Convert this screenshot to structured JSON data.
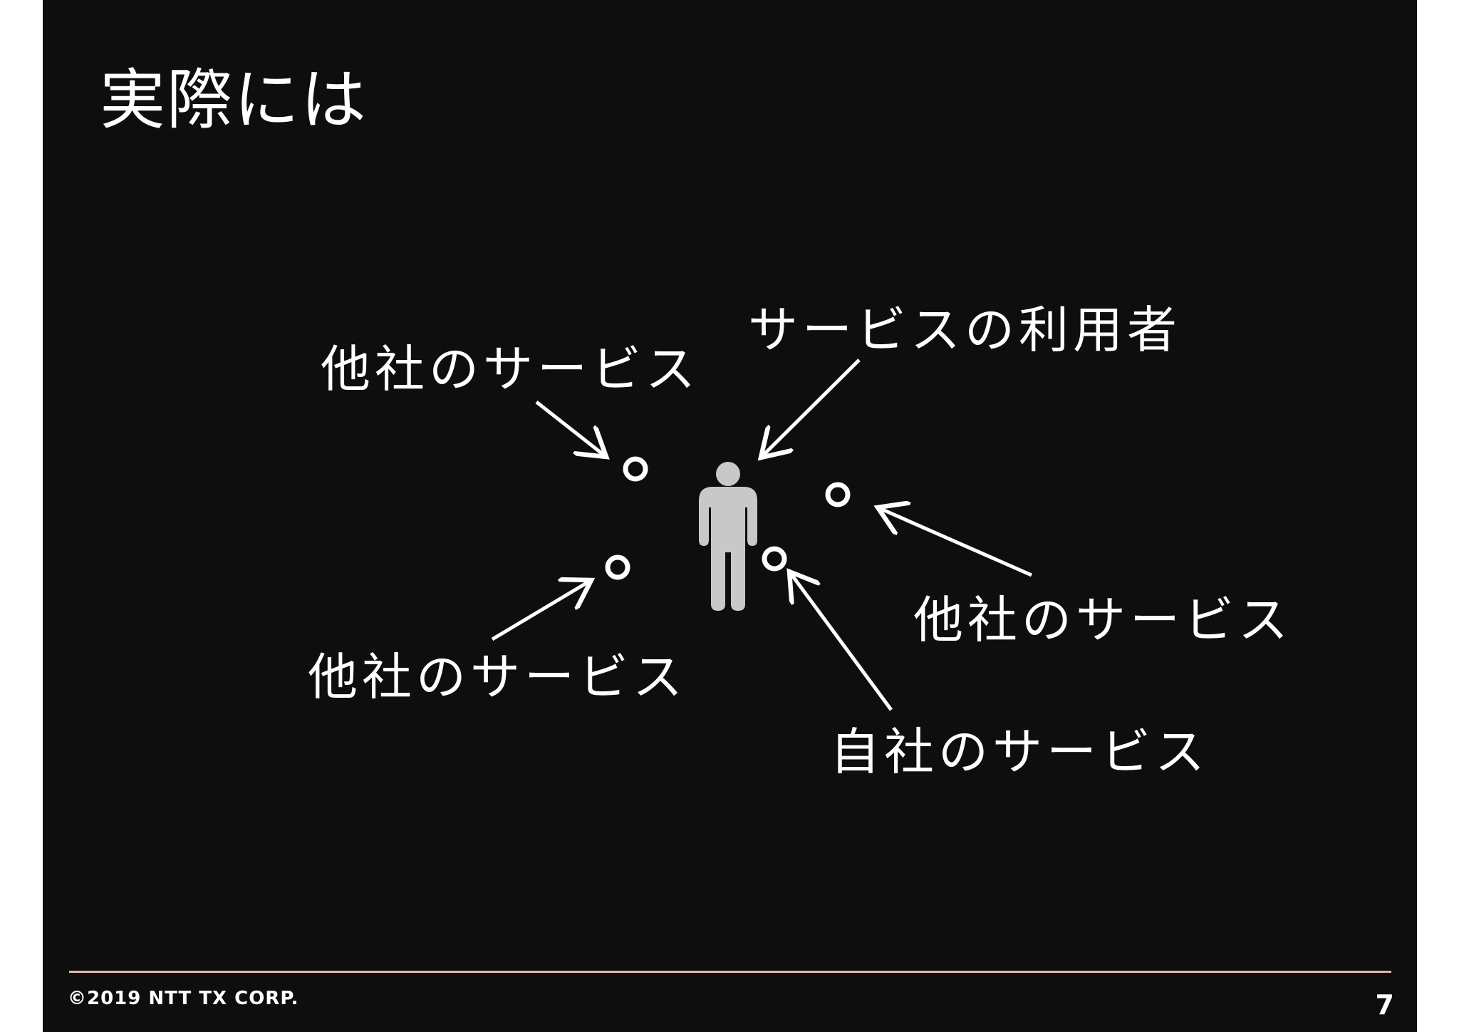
{
  "slide": {
    "title": "実際には",
    "labels": {
      "user": "サービスの利用者",
      "other_service_top_left": "他社のサービス",
      "other_service_right": "他社のサービス",
      "other_service_bottom_left": "他社のサービス",
      "own_service": "自社のサービス"
    },
    "footer": {
      "copyright": "©2019 NTT TX CORP.",
      "page_number": "7"
    }
  },
  "colors": {
    "background": "#0e0e0e",
    "text": "#ffffff",
    "person": "#c8c8c8",
    "footer_line": "#e8b4a6"
  },
  "icons": {
    "person": "person-icon",
    "service_node": "circle-outline-icon"
  }
}
